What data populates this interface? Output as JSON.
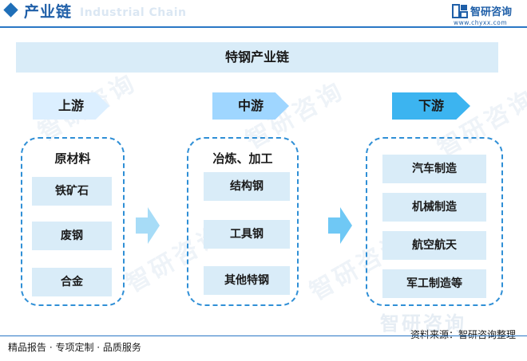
{
  "header": {
    "title": "产业链",
    "ghost": "Industrial Chain"
  },
  "logo": {
    "name": "智研咨询",
    "url": "www.chyxx.com"
  },
  "banner": {
    "title": "特钢产业链"
  },
  "stages": [
    {
      "label": "上游",
      "heading": "原材料",
      "items": [
        "铁矿石",
        "废钢",
        "合金"
      ]
    },
    {
      "label": "中游",
      "heading": "冶炼、加工",
      "items": [
        "结构钢",
        "工具钢",
        "其他特钢"
      ]
    },
    {
      "label": "下游",
      "heading": "",
      "items": [
        "汽车制造",
        "机械制造",
        "航空航天",
        "军工制造等"
      ]
    }
  ],
  "watermark": "智研咨询",
  "footer": {
    "left": "精品报告 · 专项定制 · 品质服务",
    "source": "资料来源：智研咨询整理"
  },
  "colors": {
    "primary": "#1f5fa8",
    "banner_bg": "#d9ecf8",
    "dash_border": "#2f8fd6",
    "stage_up": "#dcefff",
    "stage_mid": "#9fd6ff",
    "stage_down": "#3cb4f0"
  }
}
